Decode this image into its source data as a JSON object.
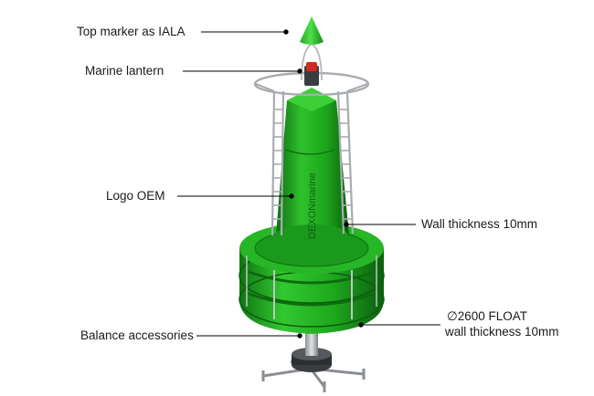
{
  "labels": {
    "top_marker": "Top marker as IALA",
    "marine_lantern": "Marine lantern",
    "logo_oem": "Logo OEM",
    "wall_thickness": "Wall thickness 10mm",
    "float_line1": "∅2600 FLOAT",
    "float_line2": "wall thickness 10mm",
    "balance_accessories": "Balance accessories"
  },
  "logo_text": "DEXONmarine",
  "colors": {
    "buoy_green": "#1fae1f",
    "buoy_dark": "#0f7a12",
    "buoy_light": "#4fd64a",
    "frame_gray": "#a8acb0",
    "lantern_red": "#d22a22",
    "leader_line": "#000000"
  }
}
